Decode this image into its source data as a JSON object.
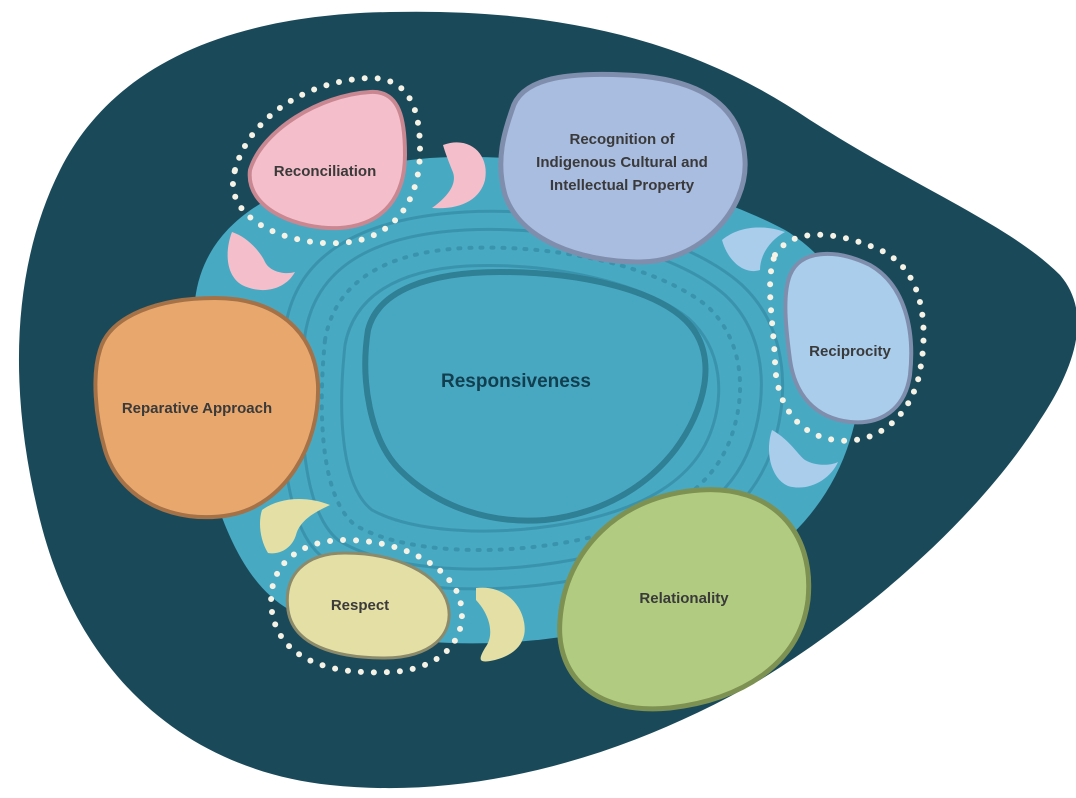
{
  "center": {
    "label": "Responsiveness"
  },
  "nodes": {
    "recognition": {
      "lines": [
        "Recognition of",
        "Indigenous Cultural and",
        "Intellectual Property"
      ]
    },
    "reconciliation": {
      "label": "Reconciliation"
    },
    "reciprocity": {
      "label": "Reciprocity"
    },
    "reparative": {
      "label": "Reparative Approach"
    },
    "respect": {
      "label": "Respect"
    },
    "relationality": {
      "label": "Relationality"
    }
  },
  "colors": {
    "outer_blob": "#1a4a5a",
    "ring": "#48a9c3",
    "ring_pattern": "#3a93ad",
    "center_fill": "#48a8c2",
    "center_stroke": "#2f7f95",
    "recognition": "#a9bde0",
    "reconciliation": "#f4bfca",
    "reciprocity": "#a9cdeb",
    "reparative": "#e8a86d",
    "respect": "#e4dfa4",
    "relationality": "#b1cc81",
    "dots": "#f6f3e6"
  }
}
